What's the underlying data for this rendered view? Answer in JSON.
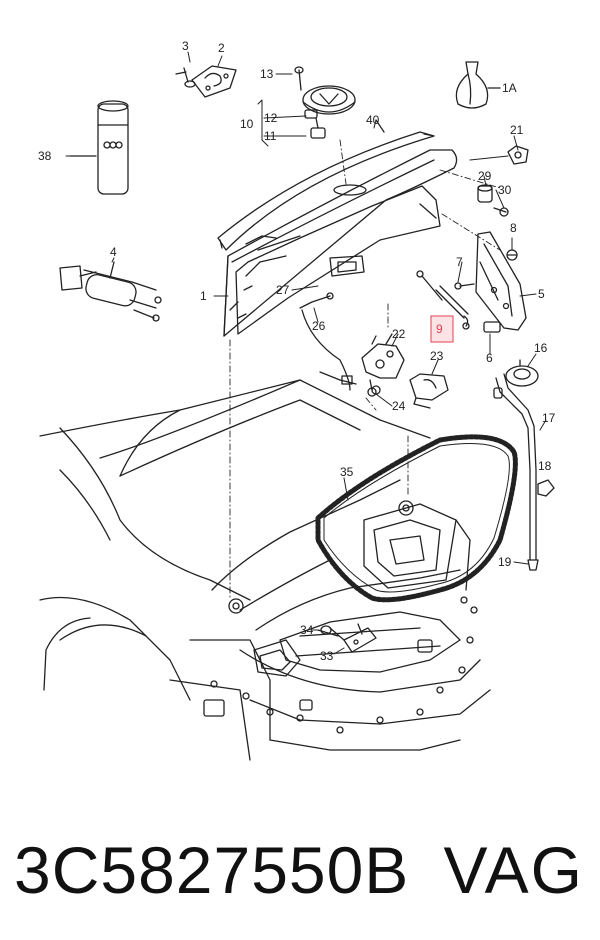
{
  "callouts": {
    "c1": "1",
    "c1a": "1A",
    "c2": "2",
    "c3": "3",
    "c4": "4",
    "c5": "5",
    "c6": "6",
    "c7": "7",
    "c8": "8",
    "c9": "9",
    "c10": "10",
    "c11": "11",
    "c12": "12",
    "c13": "13",
    "c16": "16",
    "c17": "17",
    "c18": "18",
    "c19": "19",
    "c21": "21",
    "c22": "22",
    "c23": "23",
    "c24": "24",
    "c26": "26",
    "c27": "27",
    "c29": "29",
    "c30": "30",
    "c33": "33",
    "c34": "34",
    "c35": "35",
    "c38": "38",
    "c40": "40"
  },
  "highlight_color": "#e04050",
  "footer": {
    "part_number": "3C5827550B",
    "brand": "VAG"
  }
}
